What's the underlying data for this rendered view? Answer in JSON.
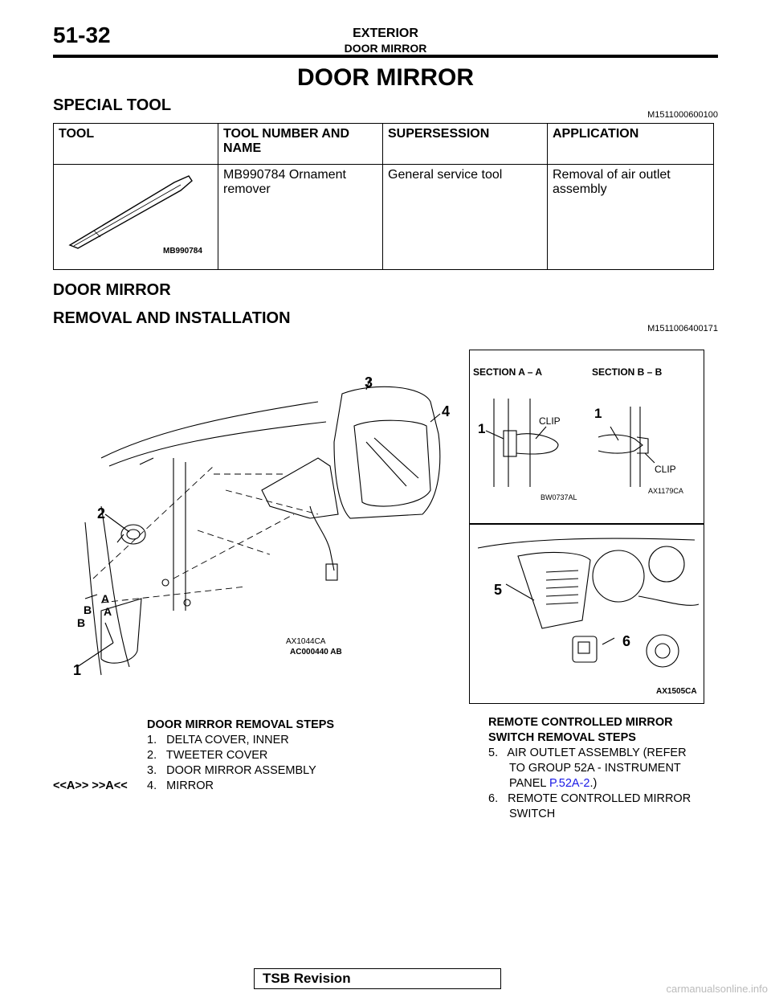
{
  "header": {
    "page_number": "51-32",
    "section": "EXTERIOR",
    "subsection": "DOOR MIRROR"
  },
  "title": "DOOR MIRROR",
  "special_tool": {
    "heading": "SPECIAL TOOL",
    "code": "M1511000600100",
    "columns": [
      "TOOL",
      "TOOL NUMBER AND NAME",
      "SUPERSESSION",
      "APPLICATION"
    ],
    "row": {
      "tool_image_label": "MB990784",
      "number_name": "MB990784 Ornament remover",
      "supersession": "General service tool",
      "application": "Removal of air outlet assembly"
    }
  },
  "door_mirror_heading": "DOOR MIRROR",
  "removal": {
    "heading": "REMOVAL AND INSTALLATION",
    "code": "M1511006400171"
  },
  "figure_left": {
    "callouts": [
      "1",
      "2",
      "3",
      "4"
    ],
    "section_marks": [
      "A",
      "A",
      "B",
      "B"
    ],
    "code1": "AX1044CA",
    "code2": "AC000440 AB"
  },
  "figure_right_top": {
    "section_a": "SECTION A – A",
    "section_b": "SECTION B – B",
    "clip_a": "CLIP",
    "clip_b": "CLIP",
    "num_a": "1",
    "num_b": "1",
    "code_a": "BW0737AL",
    "code_b": "AX1179CA"
  },
  "figure_right_bottom": {
    "num5": "5",
    "num6": "6",
    "code": "AX1505CA"
  },
  "door_mirror_steps": {
    "heading": "DOOR MIRROR REMOVAL STEPS",
    "items": [
      "1.   DELTA COVER, INNER",
      "2.   TWEETER COVER",
      "3.   DOOR MIRROR ASSEMBLY",
      "4.   MIRROR"
    ],
    "marker": "<<A>>    >>A<<"
  },
  "remote_steps": {
    "heading_line1": "REMOTE CONTROLLED MIRROR",
    "heading_line2": "SWITCH REMOVAL STEPS",
    "item5_a": "5.   AIR OUTLET ASSEMBLY (REFER",
    "item5_b": "TO GROUP 52A - INSTRUMENT",
    "item5_c_pre": "PANEL ",
    "item5_link": "P.52A-2",
    "item5_c_post": ".)",
    "item6_a": "6.   REMOTE CONTROLLED MIRROR",
    "item6_b": "SWITCH"
  },
  "footer": "TSB Revision",
  "watermark": "carmanualsonline.info"
}
